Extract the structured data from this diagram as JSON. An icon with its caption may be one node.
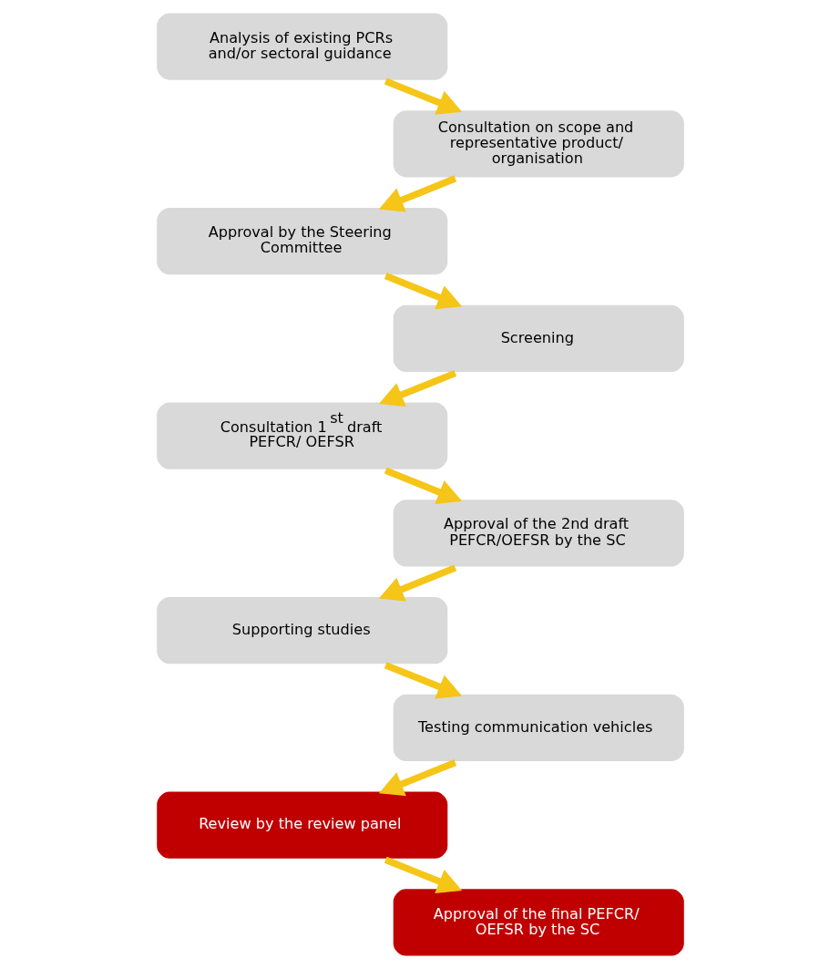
{
  "diagram": {
    "nodes": [
      {
        "text": [
          "Analysis of existing PCRs and/or sectoral guidance"
        ]
      },
      {
        "text": [
          "Consultation on scope and representative product/ organisation"
        ]
      },
      {
        "text": [
          "Approval by the Steering Committee"
        ]
      },
      {
        "text": [
          "Screening"
        ]
      },
      {
        "text": [
          "Consultation 1$^{st}$ draft PEFCR/ OEFSR"
        ]
      },
      {
        "text": [
          "Approval of the 2nd draft PEFCR/OEFSR by the SC"
        ]
      },
      {
        "text": [
          "Supporting studies"
        ]
      },
      {
        "text": [
          "Testing communication vehicles"
        ]
      },
      {
        "text": [
          "Review by the review panel"
        ]
      },
      {
        "text": [
          "Approval of the final PEFCR/ OEFSR by the SC"
        ]
      }
    ],
    "edges": [
      {
        "from": 0,
        "to": 1,
        "arrow": "to"
      },
      {
        "from": 1,
        "to": 2,
        "arrow": "to"
      },
      {
        "from": 2,
        "to": 3,
        "arrow": "to"
      },
      {
        "from": 3,
        "to": 4,
        "arrow": "to"
      },
      {
        "from": 4,
        "to": 5,
        "arrow": "to"
      },
      {
        "from": 5,
        "to": 6,
        "arrow": "to"
      },
      {
        "from": 6,
        "to": 7,
        "arrow": "to"
      },
      {
        "from": 7,
        "to": 8,
        "arrow": "to"
      },
      {
        "from": 8,
        "to": 9,
        "arrow": "to"
      }
    ]
  }
}
